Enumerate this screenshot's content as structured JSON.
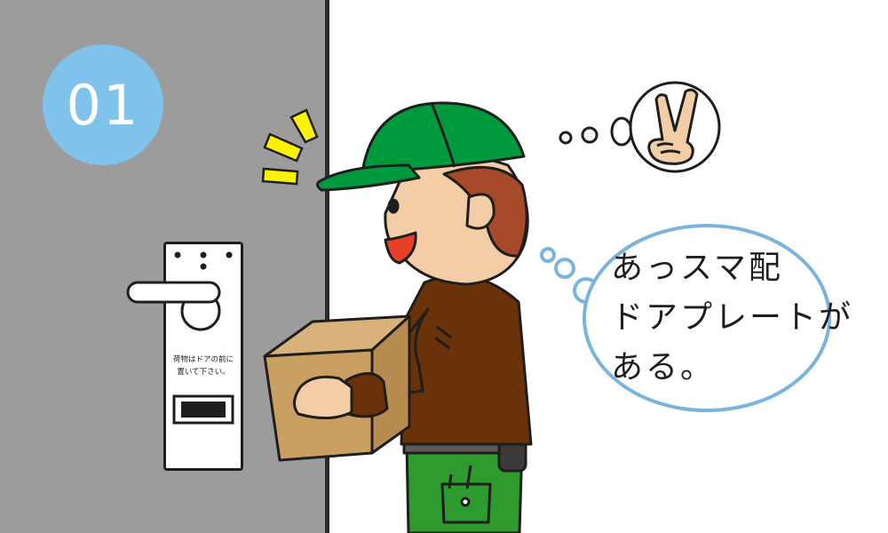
{
  "step": {
    "number": "01"
  },
  "door_plate": {
    "line1": "荷物はドアの前に",
    "line2": "置いて下さい。"
  },
  "speech": {
    "line1": "あっスマ配",
    "line2": "ドアプレートが",
    "line3": "ある。"
  },
  "thought": {
    "icon": "peace-sign-hand-icon"
  },
  "colors": {
    "door": "#9c9c9c",
    "badge": "#7fc3ec",
    "cap": "#009a3e",
    "jacket": "#6a3208",
    "pants": "#2e9b2e",
    "box": "#c9a061",
    "bubble_outline": "#7ab4dc"
  }
}
